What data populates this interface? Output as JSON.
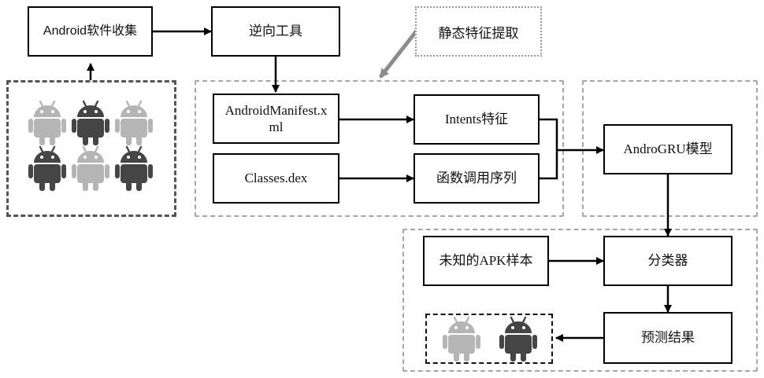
{
  "nodes": {
    "collect": "Android软件收集",
    "reverse": "逆向工具",
    "static": "静态特征提取",
    "manifest_line1": "AndroidManifest.x",
    "manifest_line2": "ml",
    "classes": "Classes.dex",
    "intents": "Intents特征",
    "calls": "函数调用序列",
    "model": "AndroGRU模型",
    "apk": "未知的APK样本",
    "classifier": "分类器",
    "result": "预测结果"
  },
  "colors": {
    "robot_light": "#b5b5b5",
    "robot_dark": "#454545",
    "group_border": "#a6a6a6"
  },
  "icons": {
    "sample_grid": [
      "android-robot-light-icon",
      "android-robot-dark-icon",
      "android-robot-light-icon",
      "android-robot-dark-icon",
      "android-robot-light-icon",
      "android-robot-dark-icon"
    ],
    "results": [
      "android-robot-light-icon",
      "android-robot-dark-icon"
    ]
  }
}
